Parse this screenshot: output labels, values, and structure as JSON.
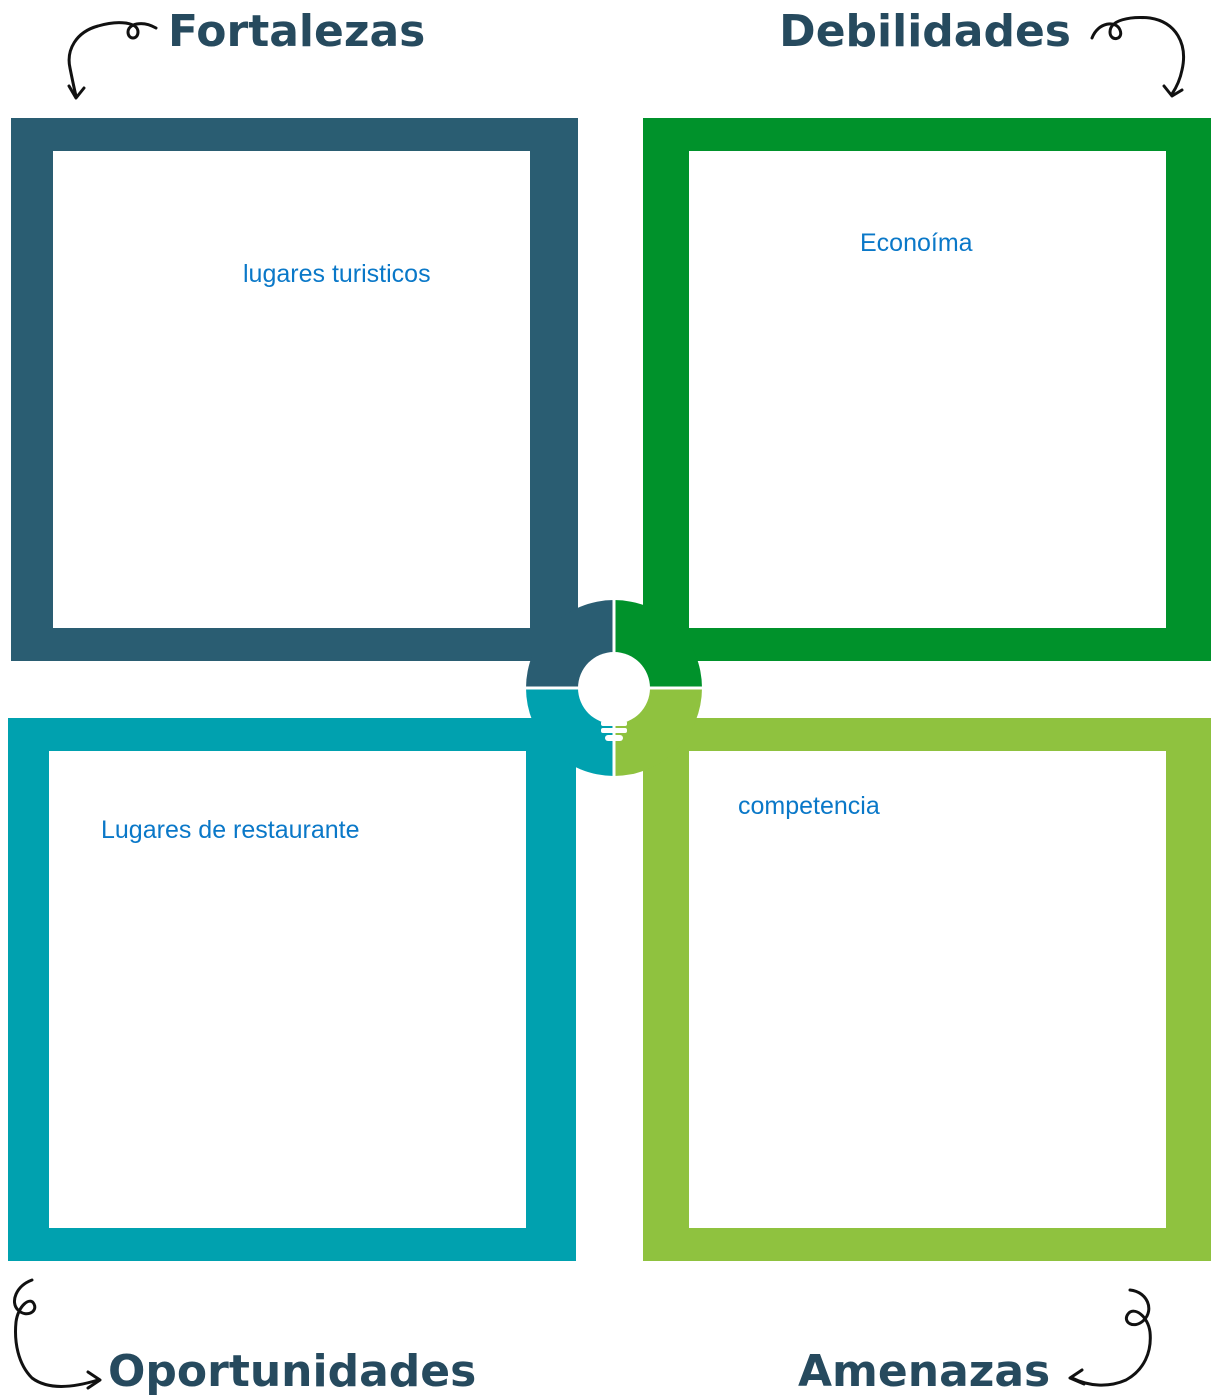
{
  "colors": {
    "fortalezas": "#2a5d72",
    "debilidades": "#00922b",
    "oportunidades": "#00a1af",
    "amenazas": "#8fc23f",
    "heading": "#264a5e",
    "box_text": "#0a78c8"
  },
  "headings": {
    "fortalezas": "Fortalezas",
    "debilidades": "Debilidades",
    "oportunidades": "Oportunidades",
    "amenazas": "Amenazas"
  },
  "boxes": {
    "fortalezas": {
      "text": "lugares turisticos"
    },
    "debilidades": {
      "text": "Econoíma"
    },
    "oportunidades": {
      "text": "Lugares de restaurante"
    },
    "amenazas": {
      "text": "competencia"
    }
  },
  "icons": {
    "center": "lightbulb-icon",
    "arrows": [
      "curly-arrow-icon"
    ]
  }
}
